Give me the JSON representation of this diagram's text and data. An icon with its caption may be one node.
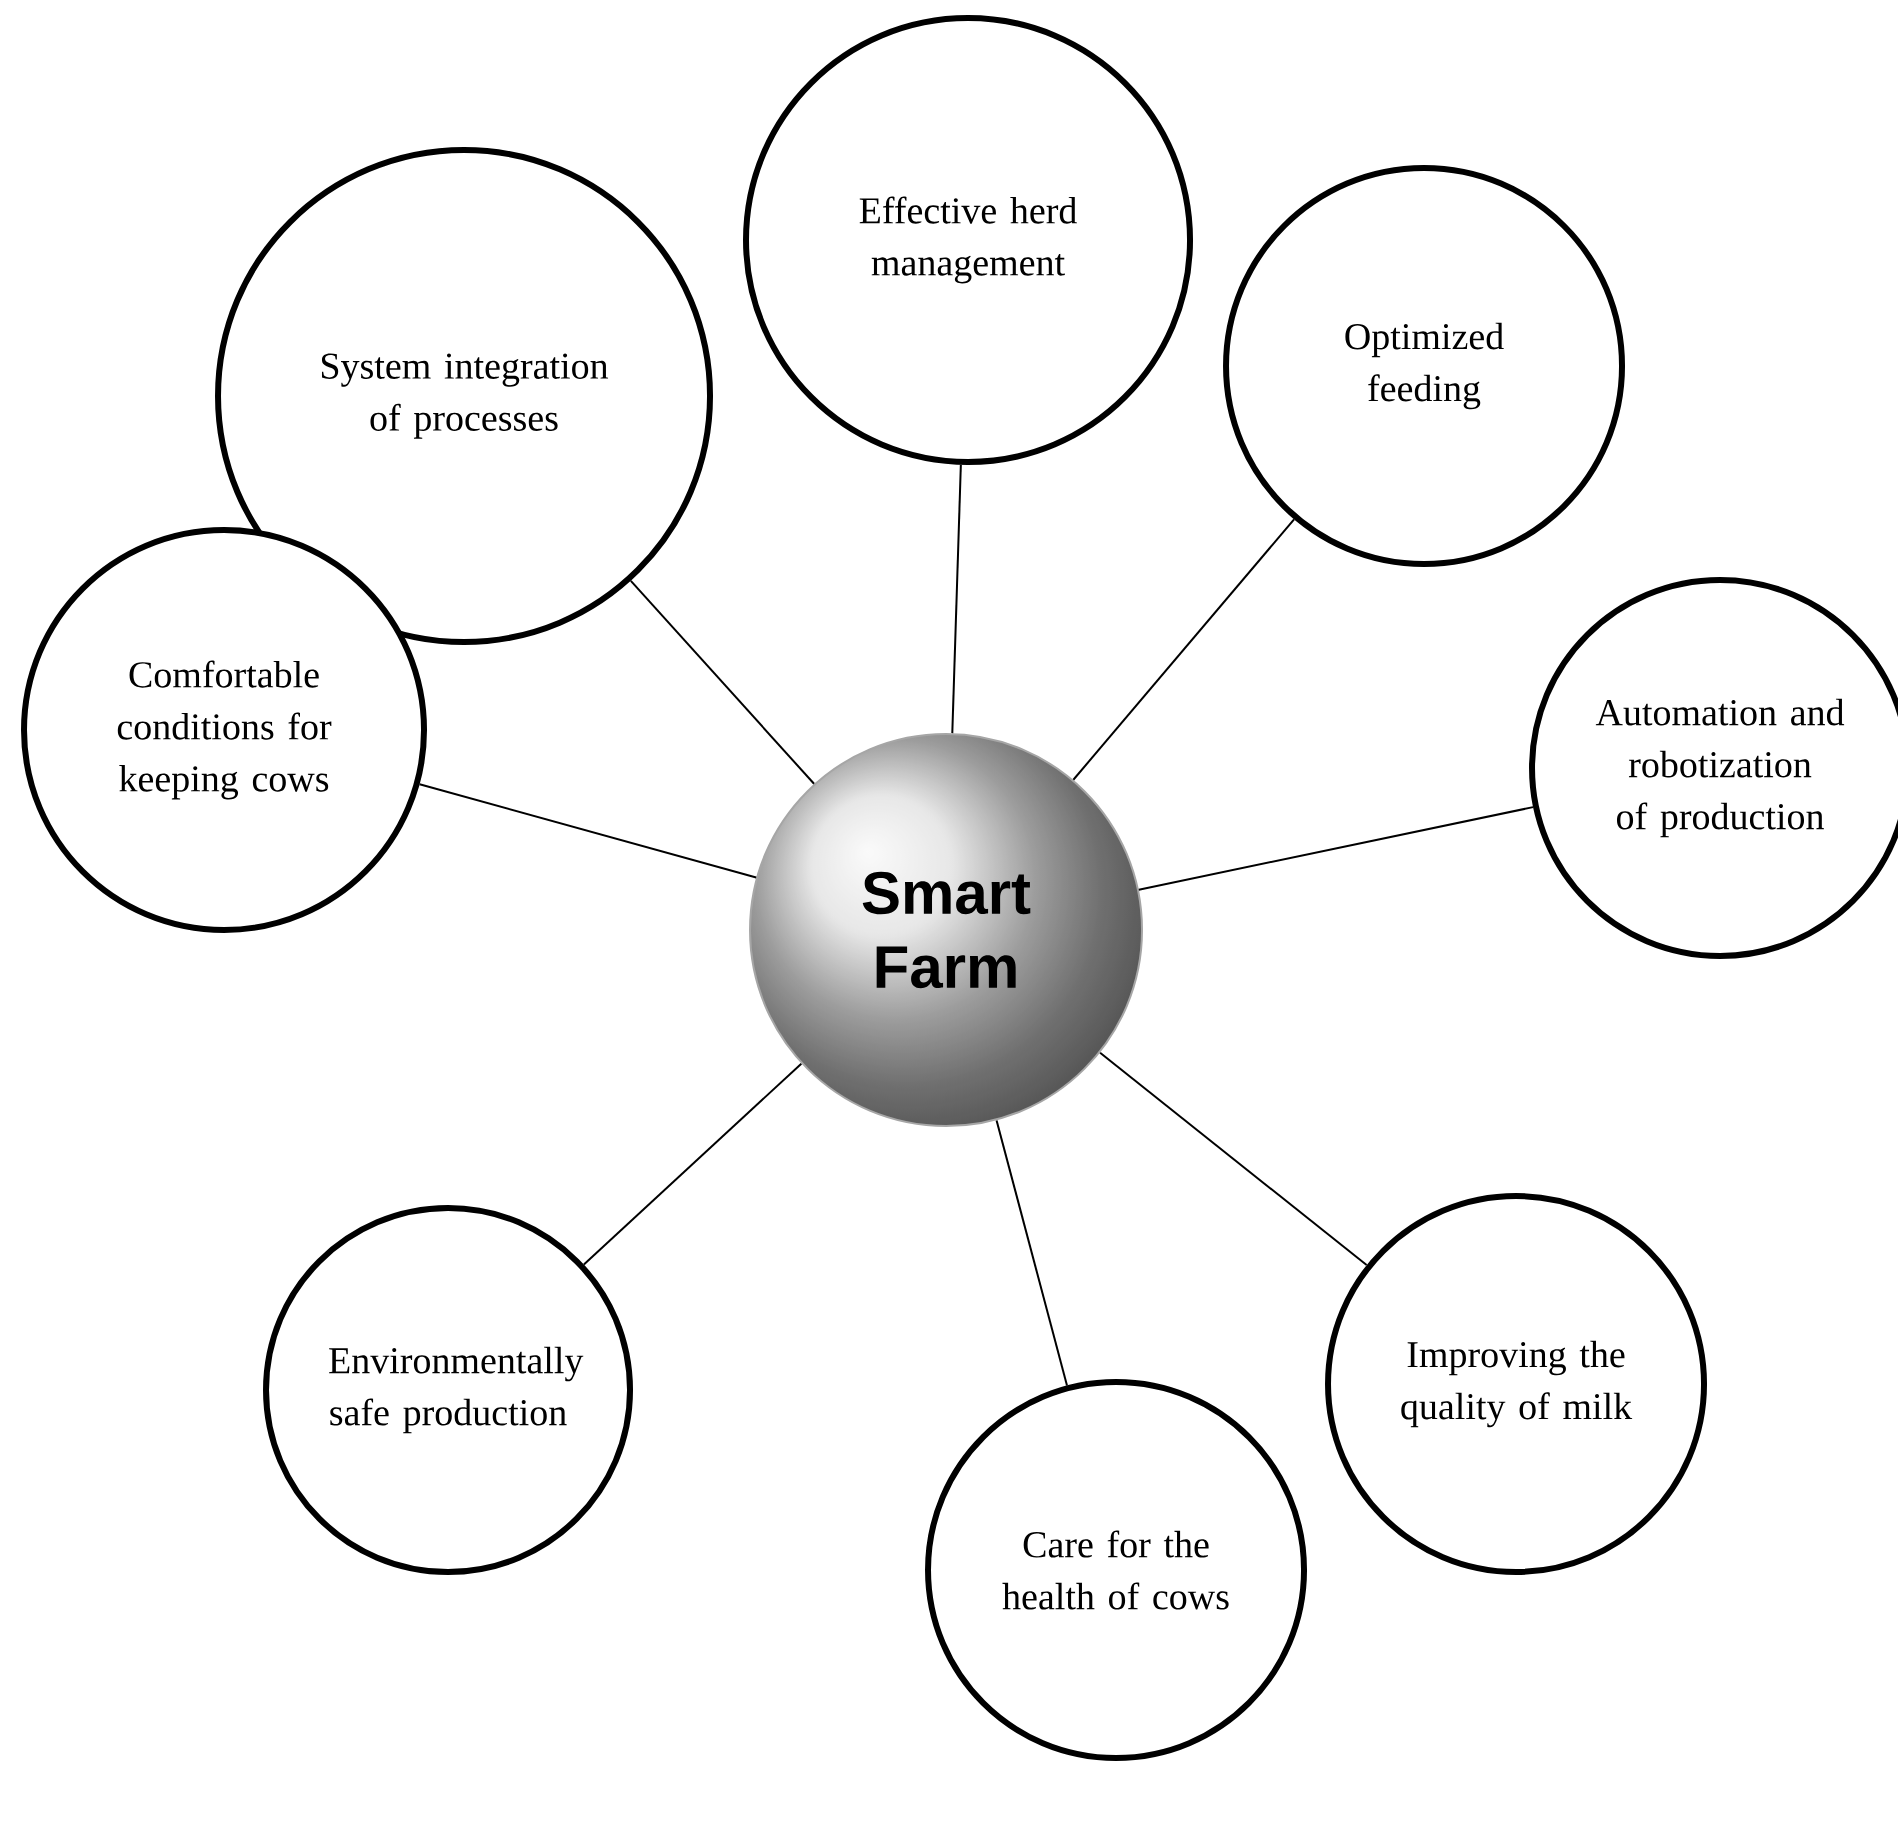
{
  "diagram": {
    "nodes": [
      {
        "text": [
          "Smart Farm"
        ]
      },
      {
        "text": [
          "Effective herd management"
        ]
      },
      {
        "text": [
          "System integration of processes"
        ]
      },
      {
        "text": [
          "Optimized feeding"
        ]
      },
      {
        "text": [
          "Comfortable conditions for keeping cows"
        ]
      },
      {
        "text": [
          "Automation and robotization of production"
        ]
      },
      {
        "text": [
          "Environmentally safe production"
        ]
      },
      {
        "text": [
          "Improving the quality of milk"
        ]
      },
      {
        "text": [
          "Care for the health of cows"
        ]
      }
    ],
    "edges": [
      {
        "from": 0,
        "to": 1,
        "arrow": "none"
      },
      {
        "from": 0,
        "to": 2,
        "arrow": "none"
      },
      {
        "from": 0,
        "to": 3,
        "arrow": "none"
      },
      {
        "from": 0,
        "to": 4,
        "arrow": "none"
      },
      {
        "from": 0,
        "to": 5,
        "arrow": "none"
      },
      {
        "from": 0,
        "to": 6,
        "arrow": "none"
      },
      {
        "from": 0,
        "to": 7,
        "arrow": "none"
      },
      {
        "from": 0,
        "to": 8,
        "arrow": "none"
      }
    ]
  }
}
